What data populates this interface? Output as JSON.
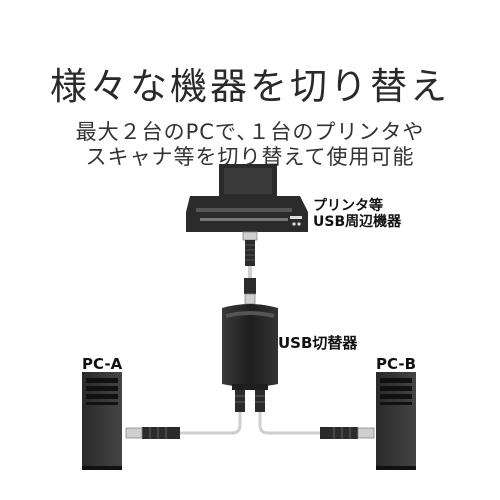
{
  "title": "様々な機器を切り替え",
  "subtitle": {
    "line1": "最大２台のPCで､１台のプリンタや",
    "line2": "スキャナ等を切り替えて使用可能"
  },
  "labels": {
    "printer_line1": "プリンタ等",
    "printer_line2": "USB周辺機器",
    "switch": "USB切替器",
    "pc_a": "PC-A",
    "pc_b": "PC-B"
  },
  "colors": {
    "device_dark": "#2b2b2b",
    "cable": "#cfcfcf",
    "text": "#2a2a2a"
  }
}
